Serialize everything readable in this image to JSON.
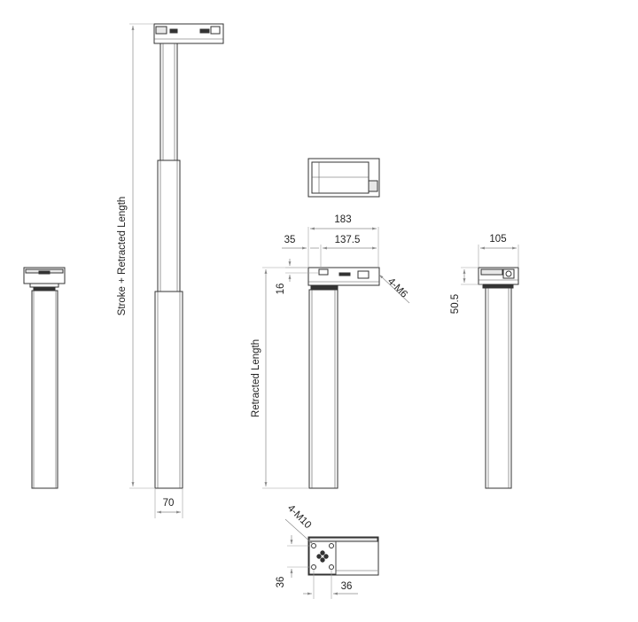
{
  "labels": {
    "stroke_retracted": "Stroke + Retracted Length",
    "retracted": "Retracted Length",
    "dim_70": "70",
    "dim_183": "183",
    "dim_35": "35",
    "dim_137_5": "137.5",
    "dim_16": "16",
    "dim_4m6": "4-M6",
    "dim_105": "105",
    "dim_50_5": "50.5",
    "dim_4m10": "4-M10",
    "dim_36_v": "36",
    "dim_36_h": "36"
  }
}
